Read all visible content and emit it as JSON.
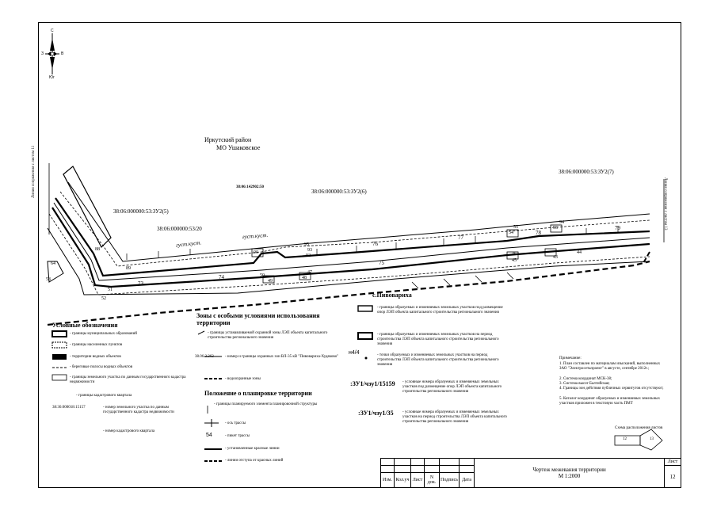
{
  "compass": {
    "n": "С",
    "s": "Юг",
    "w": "З",
    "e": "В"
  },
  "title": {
    "district": "Иркутский район",
    "municipality": "МО Ушаковское"
  },
  "map_labels": {
    "plot_zu5": "38:06:000000:53:ЗУ2(5)",
    "plot_zu6": "38:06:000000:53:ЗУ2(6)",
    "plot_zu7": "38:06:000000:53:ЗУ2(7)",
    "plot_20": "38:06:000000:53/20",
    "small_code": "38:06:142902:50",
    "settlement": "с.Пивовариха",
    "veg1": "густ.куст.",
    "veg2": "густ.куст.",
    "left_side": "Линия сопряжения с листом 11",
    "right_side": "Линия сопряжения с листом 13"
  },
  "points_top": [
    "88",
    "89",
    "90",
    "93",
    "95",
    "46",
    "54",
    "55",
    "78",
    "96",
    "79",
    "43",
    "44",
    "94"
  ],
  "points_bottom": [
    "64",
    "53",
    "52",
    "51",
    "73",
    "74",
    "50",
    "49",
    "48",
    "47",
    "45",
    "92",
    "77",
    "76",
    "75"
  ],
  "legend": {
    "title": "Условные обозначения",
    "items": [
      "- границы муниципальных образований",
      "- границы населенных пунктов",
      "- территории водных объектов",
      "- береговые полосы водных объектов",
      "- границы земельного участка по данным государственного кадастра недвижимости",
      "- границы кадастрового квартала"
    ],
    "cadnum_code": "38:36:000018:15157",
    "cadnum_desc": "- номер земельного участка по данным государственного кадастра недвижимости",
    "quarter_desc": "- номер кадастрового квартала"
  },
  "zones": {
    "title": "Зоны с особыми условиями использования территории",
    "guard_desc": "- границы устанавливаемой охранной зоны ЛЭП объекта капитального строительства регионального значения",
    "zone_code": "38.06.2.262",
    "zone_desc": "- номер и границы охранных зон ВЛ-35 кВ \"Пивовариха-Худяково\"",
    "water_desc": "- водоохранные зоны"
  },
  "planning": {
    "title": "Положение о планировке территории",
    "element_desc": "- границы планируемого элемента планировочной структуры",
    "axis_desc": "- ось трассы",
    "picket_num": "54",
    "picket_desc": "- пикет трассы",
    "red_desc": "- установленные красные линии",
    "setback_desc": "- линии отступа от красных линий"
  },
  "legend_right": {
    "b1": "- границы образуемых и изменяемых земельных участков под размещение опор ЛЭП объекта капитального строительства регионального значения",
    "b2": "- границы образуемых и изменяемых земельных участков на период строительства ЛЭП объекта капитального строительства регионального значения",
    "point_code": "н4/4",
    "point_desc": "- точки образуемых и изменяемых земельных участков на период строительства ЛЭП объекта капитального строительства регионального значения",
    "code1": ":ЗУ1/чзу1/15159",
    "desc1": "- условные номера образуемых и изменяемых земельных участков под размещение опор ЛЭП объекта капитального строительства регионального значения",
    "code2": ":ЗУ1/чзу1/35",
    "desc2": "- условные номера образуемых и изменяемых земельных участков на период строительства ЛЭП объекта капитального строительства регионального значения"
  },
  "notes": {
    "title": "Примечание:",
    "lines": [
      "1. План составлен по материалам изысканий, выполненных ЗАО \"Электросетьпроект\" в августе, сентябре 2012г.;",
      "2. Система координат МСК-38;",
      "3. Система высот Балтийская;",
      "4. Границы зон действия публичных сервитутов отсутствуют;",
      "5. Каталог координат образуемых и изменяемых земельных участков приложен в текстовую часть ПМТ"
    ]
  },
  "sheet_scheme": {
    "title": "Схема расположения листов",
    "left": "12",
    "right": "13"
  },
  "stamp": {
    "cols": [
      "Изм.",
      "Кол.уч",
      "Лист",
      "N док.",
      "Подпись",
      "Дата"
    ],
    "title": "Чертеж межевания территории",
    "scale": "М 1:2000",
    "sheet_label": "Лист",
    "sheet_no": "12"
  }
}
